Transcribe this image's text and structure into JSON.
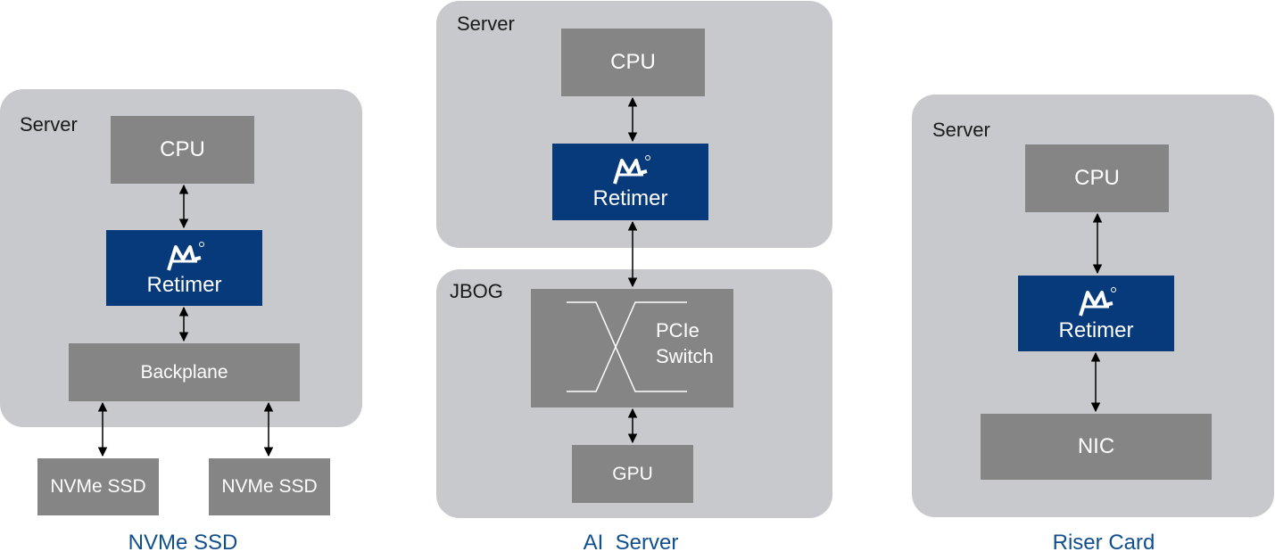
{
  "diagrams": [
    {
      "caption": "NVMe SSD",
      "panel_label": "Server",
      "cpu": "CPU",
      "retimer": "Retimer",
      "backplane": "Backplane",
      "ssds": [
        "NVMe SSD",
        "NVMe SSD"
      ]
    },
    {
      "caption": "AI  Server",
      "server_label": "Server",
      "cpu": "CPU",
      "retimer": "Retimer",
      "jbog_label": "JBOG",
      "switch_line1": "PCIe",
      "switch_line2": "Switch",
      "gpu": "GPU"
    },
    {
      "caption": "Riser Card",
      "panel_label": "Server",
      "cpu": "CPU",
      "retimer": "Retimer",
      "nic": "NIC"
    }
  ],
  "colors": {
    "panel": "#c8c9cc",
    "component": "#858585",
    "retimer": "#073a7a",
    "caption": "#0f4f8e"
  },
  "icons": [
    "retimer-logo-icon"
  ]
}
